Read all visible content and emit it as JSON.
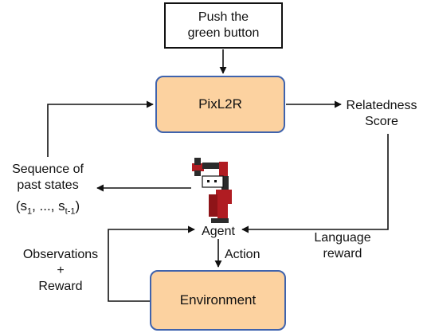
{
  "nodes": {
    "instruction": {
      "line1": "Push the",
      "line2": "green button"
    },
    "pixl2r": {
      "label": "PixL2R"
    },
    "environment": {
      "label": "Environment"
    }
  },
  "labels": {
    "relatedness": {
      "line1": "Relatedness",
      "line2": "Score"
    },
    "sequence": {
      "line1": "Sequence of",
      "line2": "past states"
    },
    "states_formula": {
      "open": "(s",
      "sub1": "1",
      "middle": ", ..., s",
      "sub2": "t-1",
      "close": ")"
    },
    "agent": "Agent",
    "action": "Action",
    "language_reward": {
      "line1": "Language",
      "line2": "reward"
    },
    "observations": {
      "line1": "Observations",
      "line2": "+",
      "line3": "Reward"
    }
  },
  "colors": {
    "box_fill": "#fcd2a0",
    "box_border": "#3f63ad",
    "arrow": "#111111",
    "robot_red": "#b01c22",
    "robot_dark": "#2b2b2b"
  },
  "icons": {
    "agent": "robot-arm-icon"
  }
}
